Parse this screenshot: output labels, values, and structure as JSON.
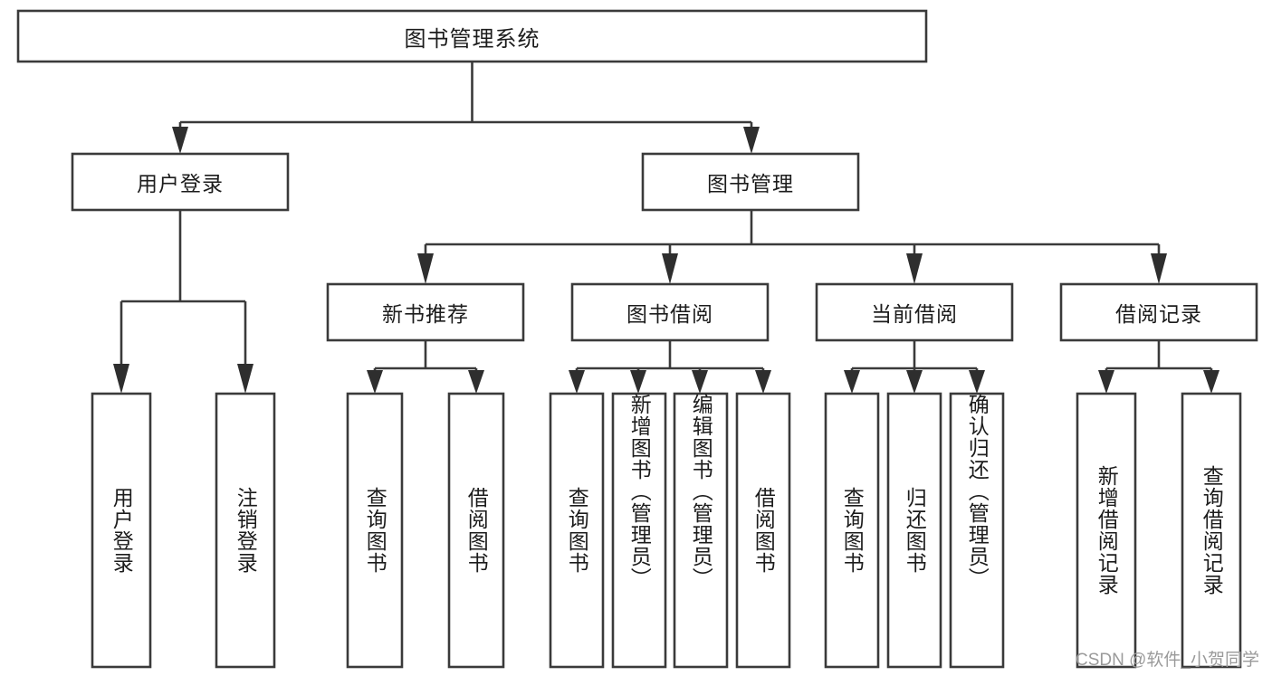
{
  "diagram": {
    "title": "图书管理系统",
    "type": "tree",
    "orientation": "top-down",
    "watermark": "CSDN @软件_小贺同学",
    "colors": {
      "box_stroke": "#3a3a3a",
      "box_fill": "#ffffff",
      "connector": "#3a3a3a",
      "arrow": "#2e2e2e",
      "text": "#1c1c1c",
      "watermark": "#9a9a9a",
      "background": "#ffffff"
    }
  },
  "nodes": {
    "root": {
      "label": "图书管理系统"
    },
    "level2": [
      {
        "id": "user-login",
        "label": "用户登录"
      },
      {
        "id": "book-manage",
        "label": "图书管理"
      }
    ],
    "level3": [
      {
        "id": "new-book-recommend",
        "label": "新书推荐"
      },
      {
        "id": "book-borrow",
        "label": "图书借阅"
      },
      {
        "id": "current-borrow",
        "label": "当前借阅"
      },
      {
        "id": "borrow-record",
        "label": "借阅记录"
      }
    ],
    "leaves": {
      "user_login": [
        {
          "id": "leaf-user-login",
          "label": "用户登录"
        },
        {
          "id": "leaf-logout-login",
          "label": "注销登录"
        }
      ],
      "new_book_recommend": [
        {
          "id": "leaf-query-book-1",
          "label": "查询图书"
        },
        {
          "id": "leaf-borrow-book-1",
          "label": "借阅图书"
        }
      ],
      "book_borrow": [
        {
          "id": "leaf-query-book-2",
          "label": "查询图书"
        },
        {
          "id": "leaf-add-book",
          "label": "新增图书（管理员）"
        },
        {
          "id": "leaf-edit-book",
          "label": "编辑图书（管理员）"
        },
        {
          "id": "leaf-borrow-book-2",
          "label": "借阅图书"
        }
      ],
      "current_borrow": [
        {
          "id": "leaf-query-book-3",
          "label": "查询图书"
        },
        {
          "id": "leaf-return-book",
          "label": "归还图书"
        },
        {
          "id": "leaf-confirm-return",
          "label": "确认归还（管理员）"
        }
      ],
      "borrow_record": [
        {
          "id": "leaf-add-record",
          "label": "新增借阅记录"
        },
        {
          "id": "leaf-query-record",
          "label": "查询借阅记录"
        }
      ]
    }
  },
  "chart_data": {
    "type": "tree",
    "title": "图书管理系统",
    "root": "图书管理系统",
    "edges": [
      [
        "图书管理系统",
        "用户登录"
      ],
      [
        "图书管理系统",
        "图书管理"
      ],
      [
        "用户登录",
        "用户登录"
      ],
      [
        "用户登录",
        "注销登录"
      ],
      [
        "图书管理",
        "新书推荐"
      ],
      [
        "图书管理",
        "图书借阅"
      ],
      [
        "图书管理",
        "当前借阅"
      ],
      [
        "图书管理",
        "借阅记录"
      ],
      [
        "新书推荐",
        "查询图书"
      ],
      [
        "新书推荐",
        "借阅图书"
      ],
      [
        "图书借阅",
        "查询图书"
      ],
      [
        "图书借阅",
        "新增图书（管理员）"
      ],
      [
        "图书借阅",
        "编辑图书（管理员）"
      ],
      [
        "图书借阅",
        "借阅图书"
      ],
      [
        "当前借阅",
        "查询图书"
      ],
      [
        "当前借阅",
        "归还图书"
      ],
      [
        "当前借阅",
        "确认归还（管理员）"
      ],
      [
        "借阅记录",
        "新增借阅记录"
      ],
      [
        "借阅记录",
        "查询借阅记录"
      ]
    ],
    "levels": 4
  }
}
